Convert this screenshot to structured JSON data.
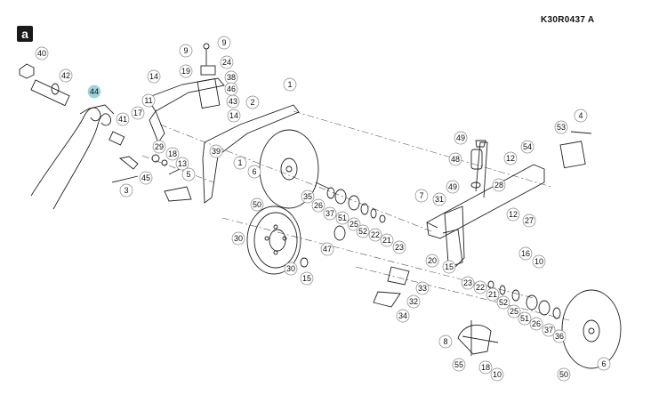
{
  "figure": {
    "panel_letter": "a",
    "drawing_code": "K30R0437   A",
    "highlight_color": "#9fd3db",
    "callouts": [
      {
        "id": "c40",
        "label": "40"
      },
      {
        "id": "c42",
        "label": "42"
      },
      {
        "id": "c44",
        "label": "44",
        "highlight": true
      },
      {
        "id": "c41",
        "label": "41"
      },
      {
        "id": "c45",
        "label": "45"
      },
      {
        "id": "c3",
        "label": "3"
      },
      {
        "id": "c14a",
        "label": "14"
      },
      {
        "id": "c11",
        "label": "11"
      },
      {
        "id": "c17",
        "label": "17"
      },
      {
        "id": "c29",
        "label": "29"
      },
      {
        "id": "c18",
        "label": "18"
      },
      {
        "id": "c13",
        "label": "13"
      },
      {
        "id": "c5",
        "label": "5"
      },
      {
        "id": "c9a",
        "label": "9"
      },
      {
        "id": "c9b",
        "label": "9"
      },
      {
        "id": "c19",
        "label": "19"
      },
      {
        "id": "c24",
        "label": "24"
      },
      {
        "id": "c38",
        "label": "38"
      },
      {
        "id": "c46",
        "label": "46"
      },
      {
        "id": "c43",
        "label": "43"
      },
      {
        "id": "c14b",
        "label": "14"
      },
      {
        "id": "c2",
        "label": "2"
      },
      {
        "id": "c1a",
        "label": "1"
      },
      {
        "id": "c1b",
        "label": "1"
      },
      {
        "id": "c39",
        "label": "39"
      },
      {
        "id": "c6a",
        "label": "6"
      },
      {
        "id": "c35",
        "label": "35"
      },
      {
        "id": "c26a",
        "label": "26"
      },
      {
        "id": "c37a",
        "label": "37"
      },
      {
        "id": "c51a",
        "label": "51"
      },
      {
        "id": "c25a",
        "label": "25"
      },
      {
        "id": "c52a",
        "label": "52"
      },
      {
        "id": "c22a",
        "label": "22"
      },
      {
        "id": "c21a",
        "label": "21"
      },
      {
        "id": "c23a",
        "label": "23"
      },
      {
        "id": "c47",
        "label": "47"
      },
      {
        "id": "c50a",
        "label": "50"
      },
      {
        "id": "c30a",
        "label": "30"
      },
      {
        "id": "c30b",
        "label": "30"
      },
      {
        "id": "c15a",
        "label": "15"
      },
      {
        "id": "c7",
        "label": "7"
      },
      {
        "id": "c31",
        "label": "31"
      },
      {
        "id": "c49a",
        "label": "49"
      },
      {
        "id": "c48",
        "label": "48"
      },
      {
        "id": "c49b",
        "label": "49"
      },
      {
        "id": "c28",
        "label": "28"
      },
      {
        "id": "c54",
        "label": "54"
      },
      {
        "id": "c53",
        "label": "53"
      },
      {
        "id": "c4",
        "label": "4"
      },
      {
        "id": "c12a",
        "label": "12"
      },
      {
        "id": "c12b",
        "label": "12"
      },
      {
        "id": "c27",
        "label": "27"
      },
      {
        "id": "c20",
        "label": "20"
      },
      {
        "id": "c15b",
        "label": "15"
      },
      {
        "id": "c16a",
        "label": "16"
      },
      {
        "id": "c10a",
        "label": "10"
      },
      {
        "id": "c23b",
        "label": "23"
      },
      {
        "id": "c22b",
        "label": "22"
      },
      {
        "id": "c21b",
        "label": "21"
      },
      {
        "id": "c52b",
        "label": "52"
      },
      {
        "id": "c25b",
        "label": "25"
      },
      {
        "id": "c51b",
        "label": "51"
      },
      {
        "id": "c26b",
        "label": "26"
      },
      {
        "id": "c37b",
        "label": "37"
      },
      {
        "id": "c36",
        "label": "36"
      },
      {
        "id": "c33",
        "label": "33"
      },
      {
        "id": "c32",
        "label": "32"
      },
      {
        "id": "c34",
        "label": "34"
      },
      {
        "id": "c8",
        "label": "8"
      },
      {
        "id": "c55",
        "label": "55"
      },
      {
        "id": "c18b",
        "label": "18"
      },
      {
        "id": "c10b",
        "label": "10"
      },
      {
        "id": "c50b",
        "label": "50"
      },
      {
        "id": "c6b",
        "label": "6"
      }
    ]
  }
}
